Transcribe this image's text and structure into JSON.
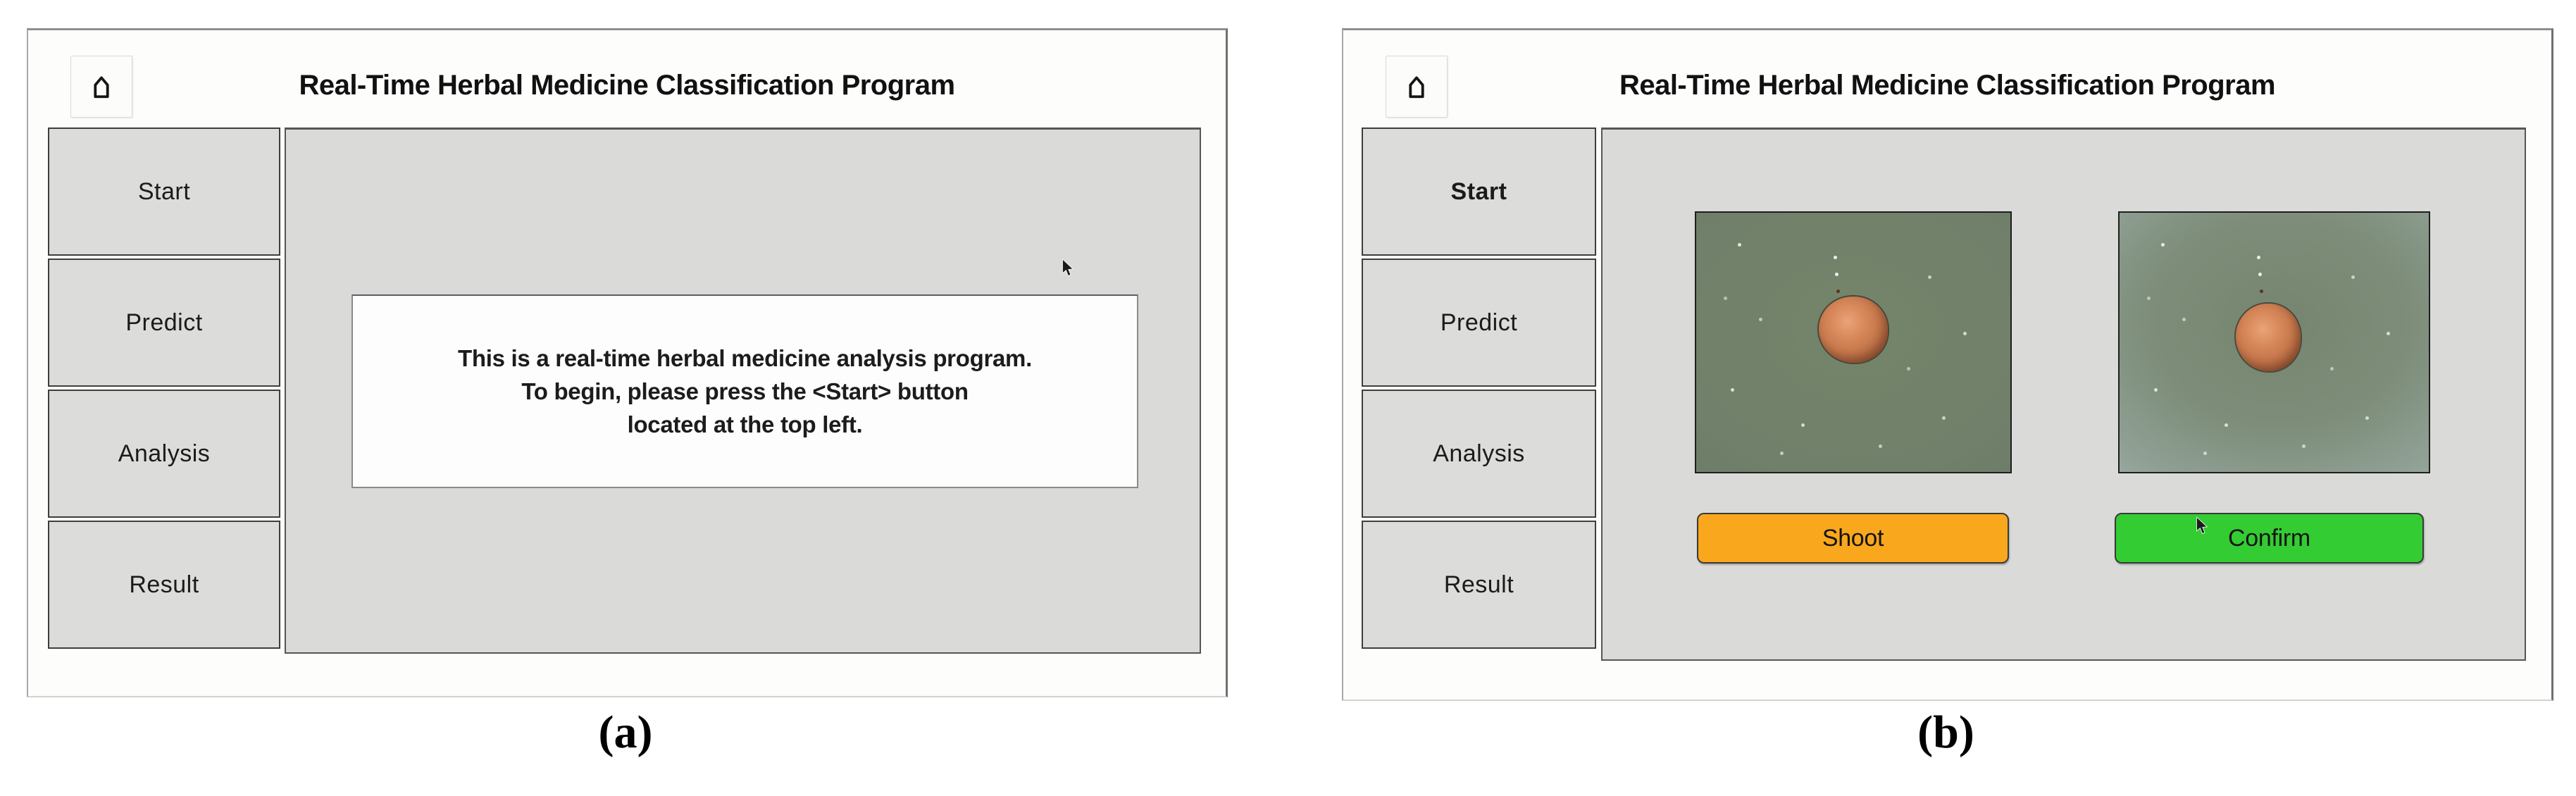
{
  "panels": [
    {
      "figure_label": "(a)",
      "title": "Real-Time Herbal Medicine Classification Program",
      "home_button": {
        "icon": "home-icon"
      },
      "sidebar": [
        {
          "label": "Start",
          "active": false
        },
        {
          "label": "Predict",
          "active": false
        },
        {
          "label": "Analysis",
          "active": false
        },
        {
          "label": "Result",
          "active": false
        }
      ],
      "message": {
        "line1": "This is a real-time herbal medicine analysis program.",
        "line2": "To begin, please press the <Start> button",
        "line3": "located at the top left."
      }
    },
    {
      "figure_label": "(b)",
      "title": "Real-Time Herbal Medicine Classification Program",
      "home_button": {
        "icon": "home-icon"
      },
      "sidebar": [
        {
          "label": "Start",
          "active": true
        },
        {
          "label": "Predict",
          "active": false
        },
        {
          "label": "Analysis",
          "active": false
        },
        {
          "label": "Result",
          "active": false
        }
      ],
      "camera_views": [
        {
          "name": "live-camera-view"
        },
        {
          "name": "captured-photo-view"
        }
      ],
      "actions": [
        {
          "label": "Shoot",
          "color": "#F9A71C"
        },
        {
          "label": "Confirm",
          "color": "#33CC33"
        }
      ]
    }
  ],
  "colors": {
    "window_background": "#FDFDFC",
    "content_gray": "#DADAD8",
    "sidebar_button_gray": "#DCDCDA",
    "border_dark": "#3E3E3E",
    "shoot_orange": "#F9A71C",
    "confirm_green": "#33CC33"
  }
}
